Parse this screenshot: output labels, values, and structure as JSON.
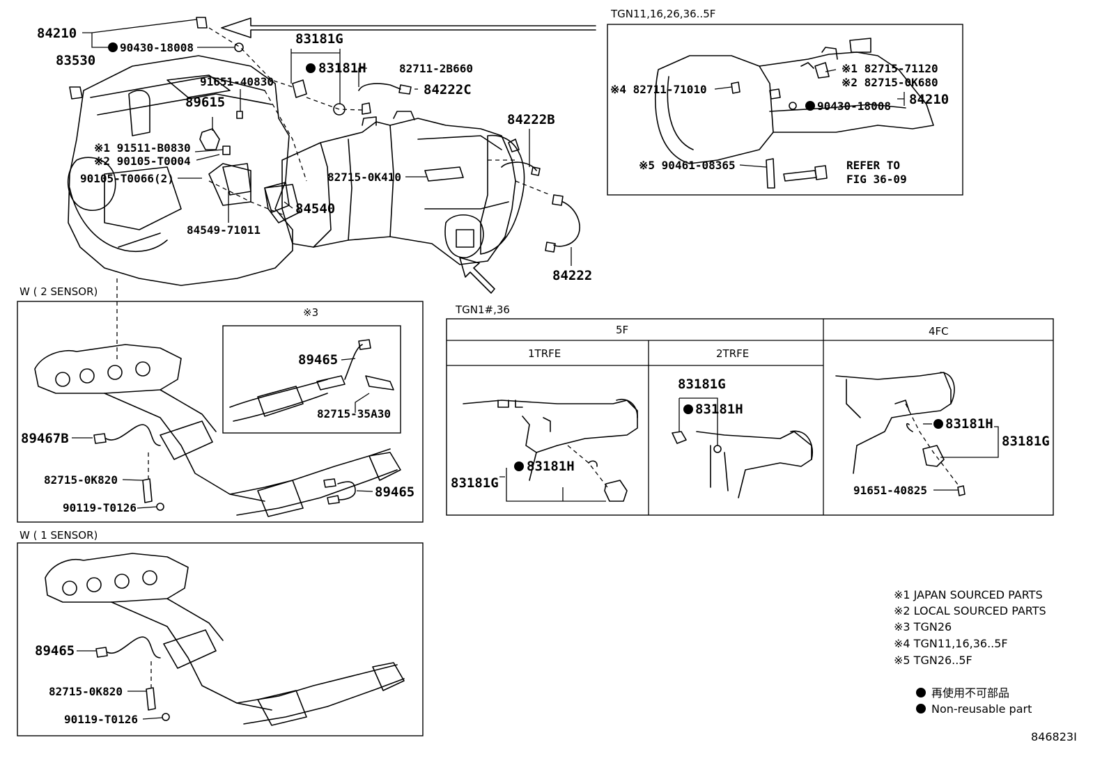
{
  "diagram": {
    "main": {
      "p84210": "84210",
      "p90430_18008": "90430-18008",
      "p83530": "83530",
      "p83181g": "83181G",
      "p83181h": "83181H",
      "p82711_2b660": "82711-2B660",
      "p91651_40830": "91651-40830",
      "p89615": "89615",
      "p84222c": "84222C",
      "p84222b": "84222B",
      "p91511_b0830": "※1 91511-B0830",
      "p90105_t0004": "※2 90105-T0004",
      "p90105_t0066": "90105-T0066(2)",
      "p82715_0k410": "82715-0K410",
      "p84540": "84540",
      "p84549_71011": "84549-71011",
      "p84222": "84222"
    },
    "inset_tgn": {
      "caption": "TGN11,16,26,36..5F",
      "p82715_71120": "※1 82715-71120",
      "p82715_0k680": "※2 82715-0K680",
      "p82711_71010": "※4 82711-71010",
      "p90430_18008": "90430-18008",
      "p84210": "84210",
      "p90461_08365": "※5 90461-08365",
      "refer_line1": "REFER TO",
      "refer_line2": "FIG 36-09"
    },
    "sensor2": {
      "caption": "W ( 2 SENSOR)",
      "sub_caption": "※3",
      "p89465_top": "89465",
      "p82715_35a30": "82715-35A30",
      "p89467b": "89467B",
      "p82715_0k820": "82715-0K820",
      "p90119_t0126": "90119-T0126",
      "p89465": "89465"
    },
    "sensor1": {
      "caption": "W ( 1 SENSOR)",
      "p89465": "89465",
      "p82715_0k820": "82715-0K820",
      "p90119_t0126": "90119-T0126"
    },
    "table": {
      "caption": "TGN1#,36",
      "h5f": "5F",
      "h4fc": "4FC",
      "h1trfe": "1TRFE",
      "h2trfe": "2TRFE",
      "c1_83181h": "83181H",
      "c1_83181g": "83181G",
      "c2_83181g": "83181G",
      "c2_83181h": "83181H",
      "c3_83181h": "83181H",
      "c3_83181g": "83181G",
      "c3_91651_40825": "91651-40825"
    },
    "legend": {
      "n1": "※1 JAPAN SOURCED PARTS",
      "n2": "※2 LOCAL SOURCED PARTS",
      "n3": "※3 TGN26",
      "n4": "※4 TGN11,16,36..5F",
      "n5": "※5 TGN26..5F",
      "nonreusable_jp": "再使用不可部品",
      "nonreusable_en": "Non-reusable part"
    },
    "figure_id": "846823I"
  }
}
